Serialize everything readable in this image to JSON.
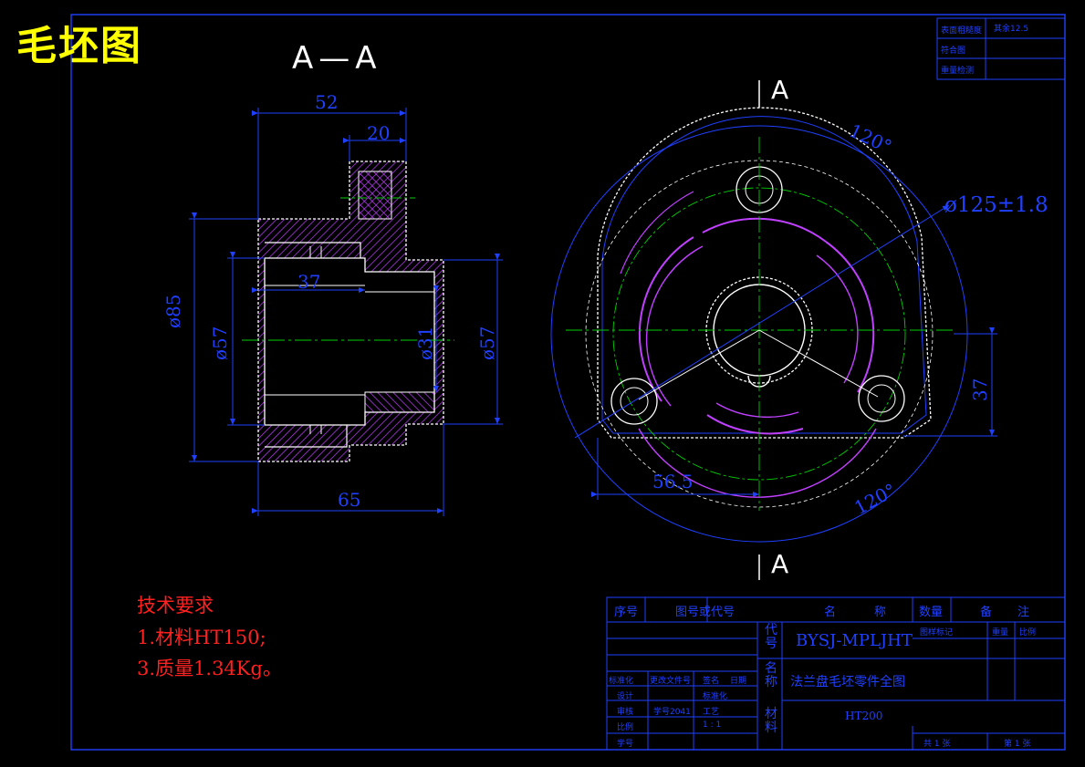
{
  "title": "毛坯图",
  "section_label": "A—A",
  "cut_marks": [
    "A",
    "A"
  ],
  "dimensions": {
    "width_52": "52",
    "width_20": "20",
    "width_37": "37",
    "width_65": "65",
    "dia_85": "ø85",
    "dia_57_left": "ø57",
    "dia_31": "ø31",
    "dia_57_right": "ø57",
    "angle_top": "120°",
    "angle_bottom": "120°",
    "dia_125": "ø125±1.8",
    "dist_37": "37",
    "dist_56_5": "56.5"
  },
  "tech_requirements": {
    "heading": "技术要求",
    "items": [
      "1.材料HT150;",
      "3.质量1.34Kg。"
    ]
  },
  "top_right_box": {
    "rows": [
      "表面粗糙度",
      "符合图",
      "重量检测"
    ],
    "value": "其余12.5"
  },
  "parts_header": [
    "序号",
    "图号或代号",
    "名",
    "称",
    "数量",
    "备",
    "注"
  ],
  "title_block": {
    "code_label": "代号",
    "code": "BYSJ-MPLJHT",
    "name_label": "名称",
    "name": "法兰盘毛坯零件全图",
    "material_label": "材料",
    "material": "HT200",
    "small_labels": [
      "图样标记",
      "重量",
      "比例"
    ],
    "sign_rows": [
      "标准化",
      "更改文件号",
      "签名",
      "日期"
    ],
    "left_rows": [
      [
        "设计",
        "标准化"
      ],
      [
        "审核",
        "工艺"
      ],
      [
        "比例",
        "1:1"
      ],
      [
        "学号",
        ""
      ]
    ],
    "sheet_1": "共 1 张",
    "sheet_2": "第 1 张",
    "date_code": "学号2041",
    "ratio": "1 : 1"
  },
  "colors": {
    "frame": "#2040ff",
    "outline": "#ffffff",
    "hatch": "#c040ff",
    "center": "#00d000",
    "title": "#ffff00",
    "req": "#ff2020"
  }
}
